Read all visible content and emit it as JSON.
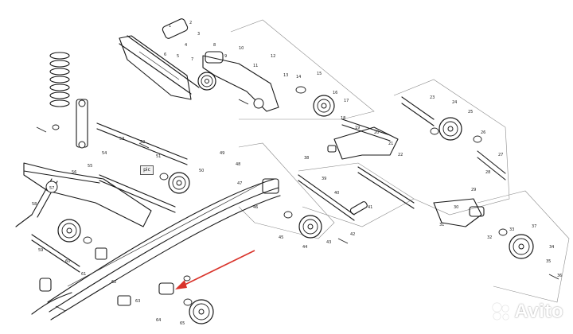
{
  "diagram": {
    "pic_tag": "pic",
    "watermark_text": "Avito",
    "callouts": [
      "1",
      "2",
      "3",
      "4",
      "5",
      "6",
      "7",
      "8",
      "9",
      "10",
      "11",
      "12",
      "13",
      "14",
      "15",
      "16",
      "17",
      "18",
      "19",
      "20",
      "21",
      "22",
      "23",
      "24",
      "25",
      "26",
      "27",
      "28",
      "29",
      "30",
      "31",
      "32",
      "33",
      "34",
      "35",
      "36",
      "37",
      "38",
      "39",
      "40",
      "41",
      "42",
      "43",
      "44",
      "45",
      "46",
      "47",
      "48",
      "49",
      "50",
      "51",
      "52",
      "53",
      "54",
      "55",
      "56",
      "57",
      "58",
      "59",
      "60",
      "61",
      "62",
      "63",
      "64",
      "65"
    ],
    "colors": {
      "line": "#1a1a1a",
      "arrow": "#d9342b",
      "guide": "#8a8a8a"
    }
  }
}
